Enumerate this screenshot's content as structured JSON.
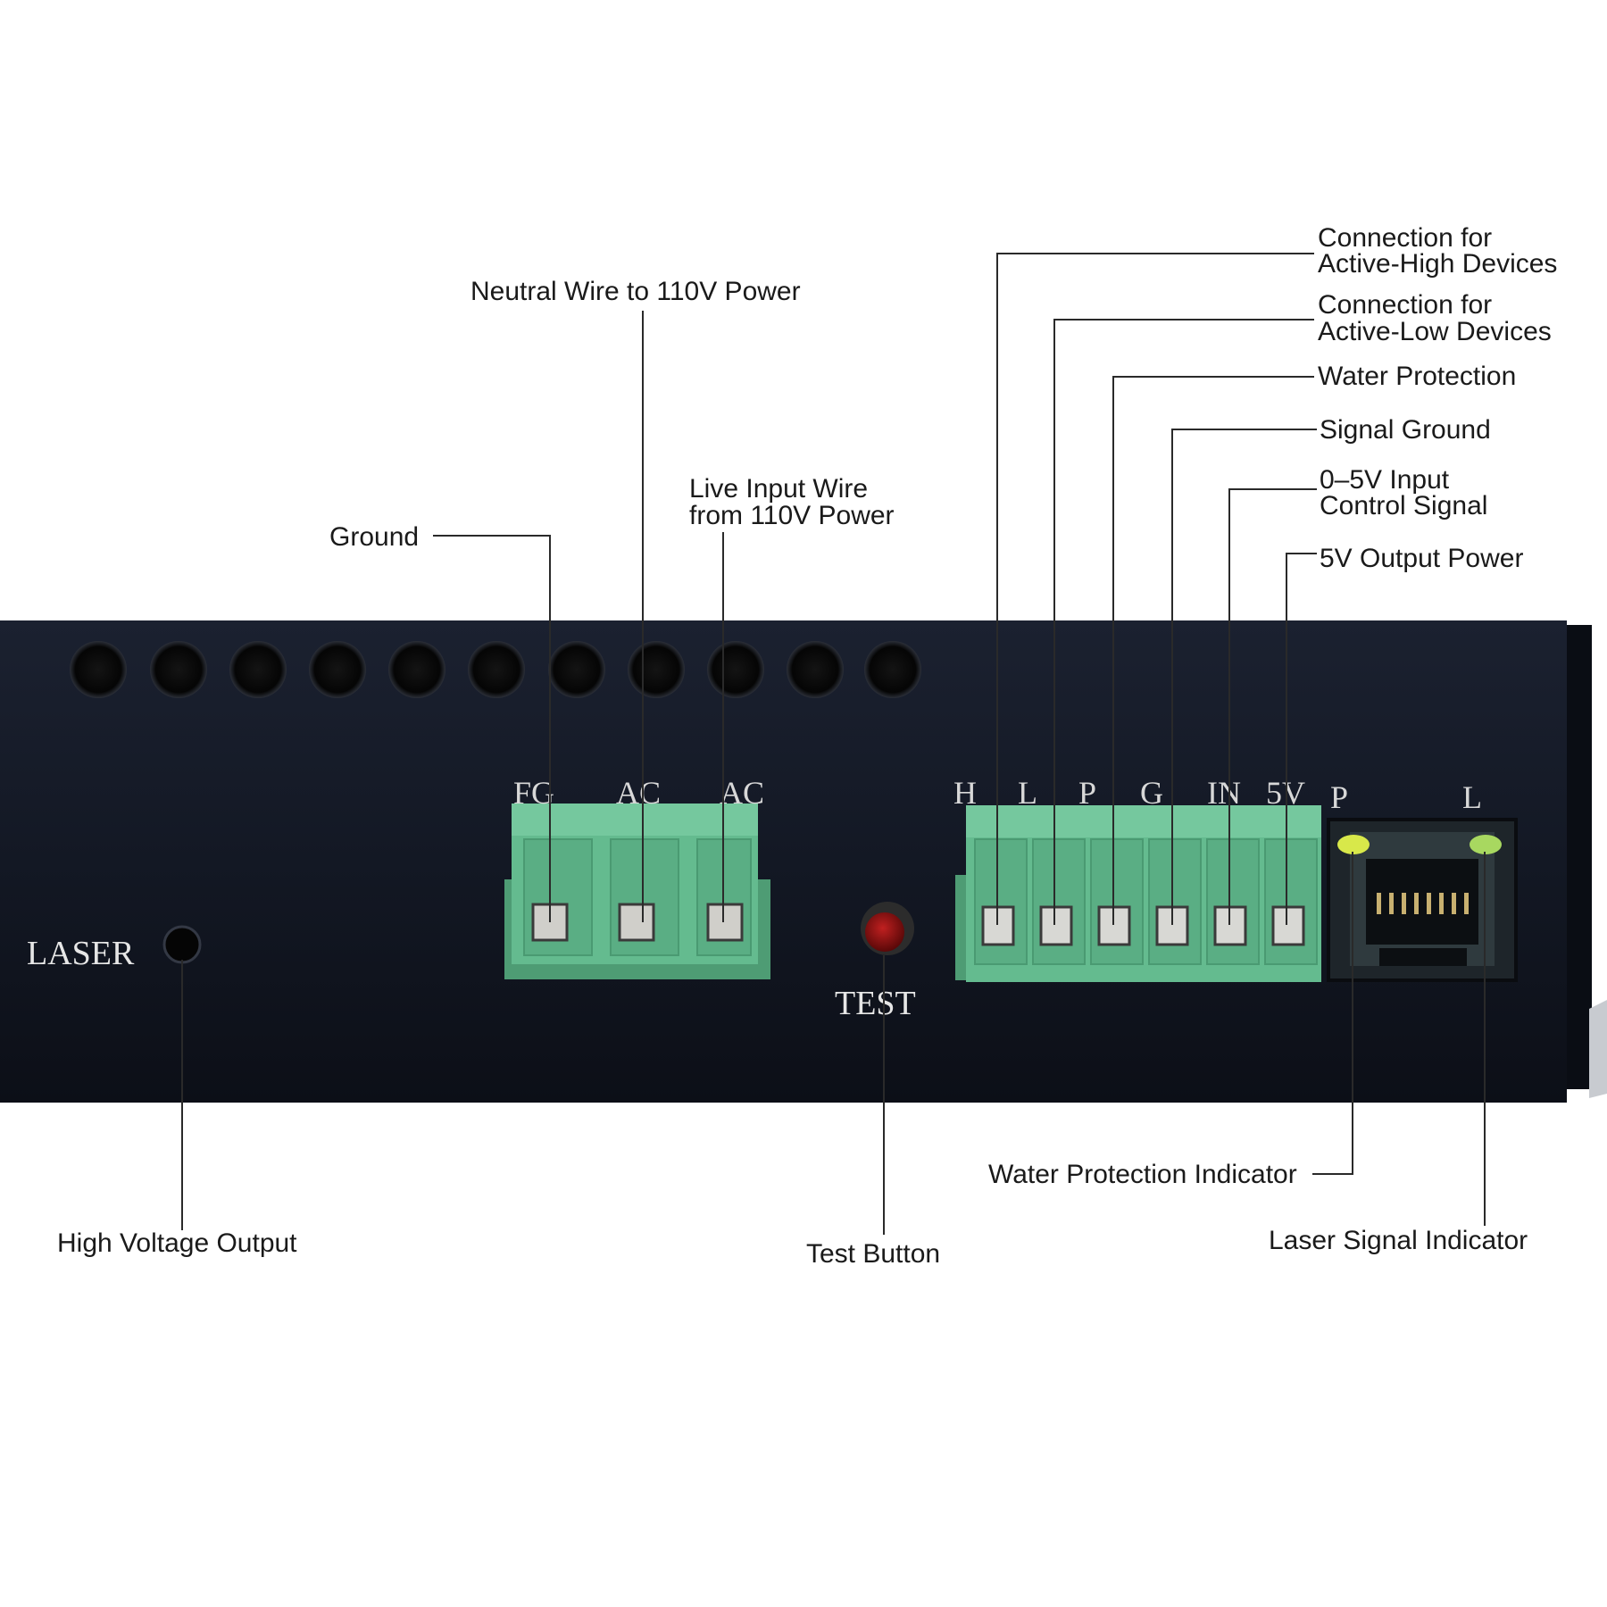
{
  "panel": {
    "laser_label": "LASER",
    "test_label": "TEST",
    "ac_terminal_labels": [
      "FG",
      "AC",
      "AC"
    ],
    "signal_terminal_labels": [
      "H",
      "L",
      "P",
      "G",
      "IN",
      "5V"
    ],
    "indicator_labels": [
      "P",
      "L"
    ],
    "colors": {
      "chassis": "#121620",
      "terminal_block": "#5fb58a",
      "test_button": "#8a1010",
      "indicator_p": "#d8e84a",
      "indicator_l": "#a8d860"
    }
  },
  "callouts": {
    "ground": "Ground",
    "neutral": "Neutral Wire to 110V Power",
    "live": [
      "Live Input Wire",
      "from 110V Power"
    ],
    "active_high": [
      "Connection for",
      "Active-High Devices"
    ],
    "active_low": [
      "Connection for",
      "Active-Low Devices"
    ],
    "water_protection": "Water Protection",
    "signal_ground": "Signal Ground",
    "input_control": [
      "0–5V Input",
      "Control Signal"
    ],
    "output_power": "5V Output Power",
    "high_voltage": "High Voltage Output",
    "test_button": "Test Button",
    "water_indicator": "Water Protection Indicator",
    "laser_indicator": "Laser Signal Indicator"
  }
}
